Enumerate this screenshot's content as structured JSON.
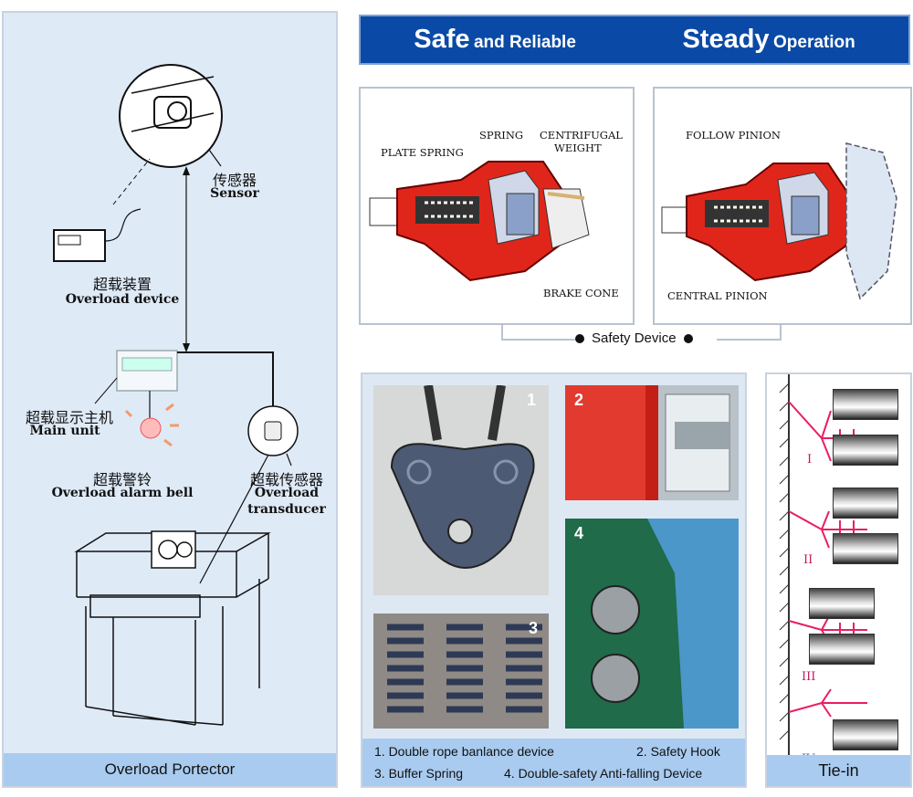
{
  "banner": {
    "part1_big": "Safe",
    "part1_small": "and Reliable",
    "part2_big": "Steady",
    "part2_small": "Operation"
  },
  "overload": {
    "sensor_cn": "传感器",
    "sensor_en": "Sensor",
    "device_cn": "超载装置",
    "device_en": "Overload device",
    "main_cn": "超载显示主机",
    "main_en": "Main unit",
    "bell_cn": "超载警铃",
    "bell_en": "Overload alarm bell",
    "transducer_cn": "超载传感器",
    "transducer_en1": "Overload",
    "transducer_en2": "transducer",
    "footer": "Overload Portector"
  },
  "safety_device": {
    "left_labels": {
      "plate_spring": "PLATE SPRING",
      "spring": "SPRING",
      "centrifugal": "CENTRIFUGAL",
      "weight": "WEIGHT",
      "brake_cone": "BRAKE CONE"
    },
    "right_labels": {
      "follow_pinion": "FOLLOW PINION",
      "central_pinion": "CENTRAL PINION"
    },
    "caption": "Safety Device"
  },
  "photos": {
    "nums": [
      "1",
      "2",
      "3",
      "4"
    ],
    "captions": {
      "c1": "1. Double rope banlance device",
      "c2": "2. Safety Hook",
      "c3": "3. Buffer Spring",
      "c4": "4. Double-safety Anti-falling Device"
    }
  },
  "tiein": {
    "romans": [
      "I",
      "II",
      "III",
      "IV"
    ],
    "footer": "Tie-in"
  },
  "colors": {
    "banner": "#0a4aa6",
    "footer": "#a9cbef",
    "device_red": "#e0261a",
    "tie_magenta": "#e91e63"
  }
}
